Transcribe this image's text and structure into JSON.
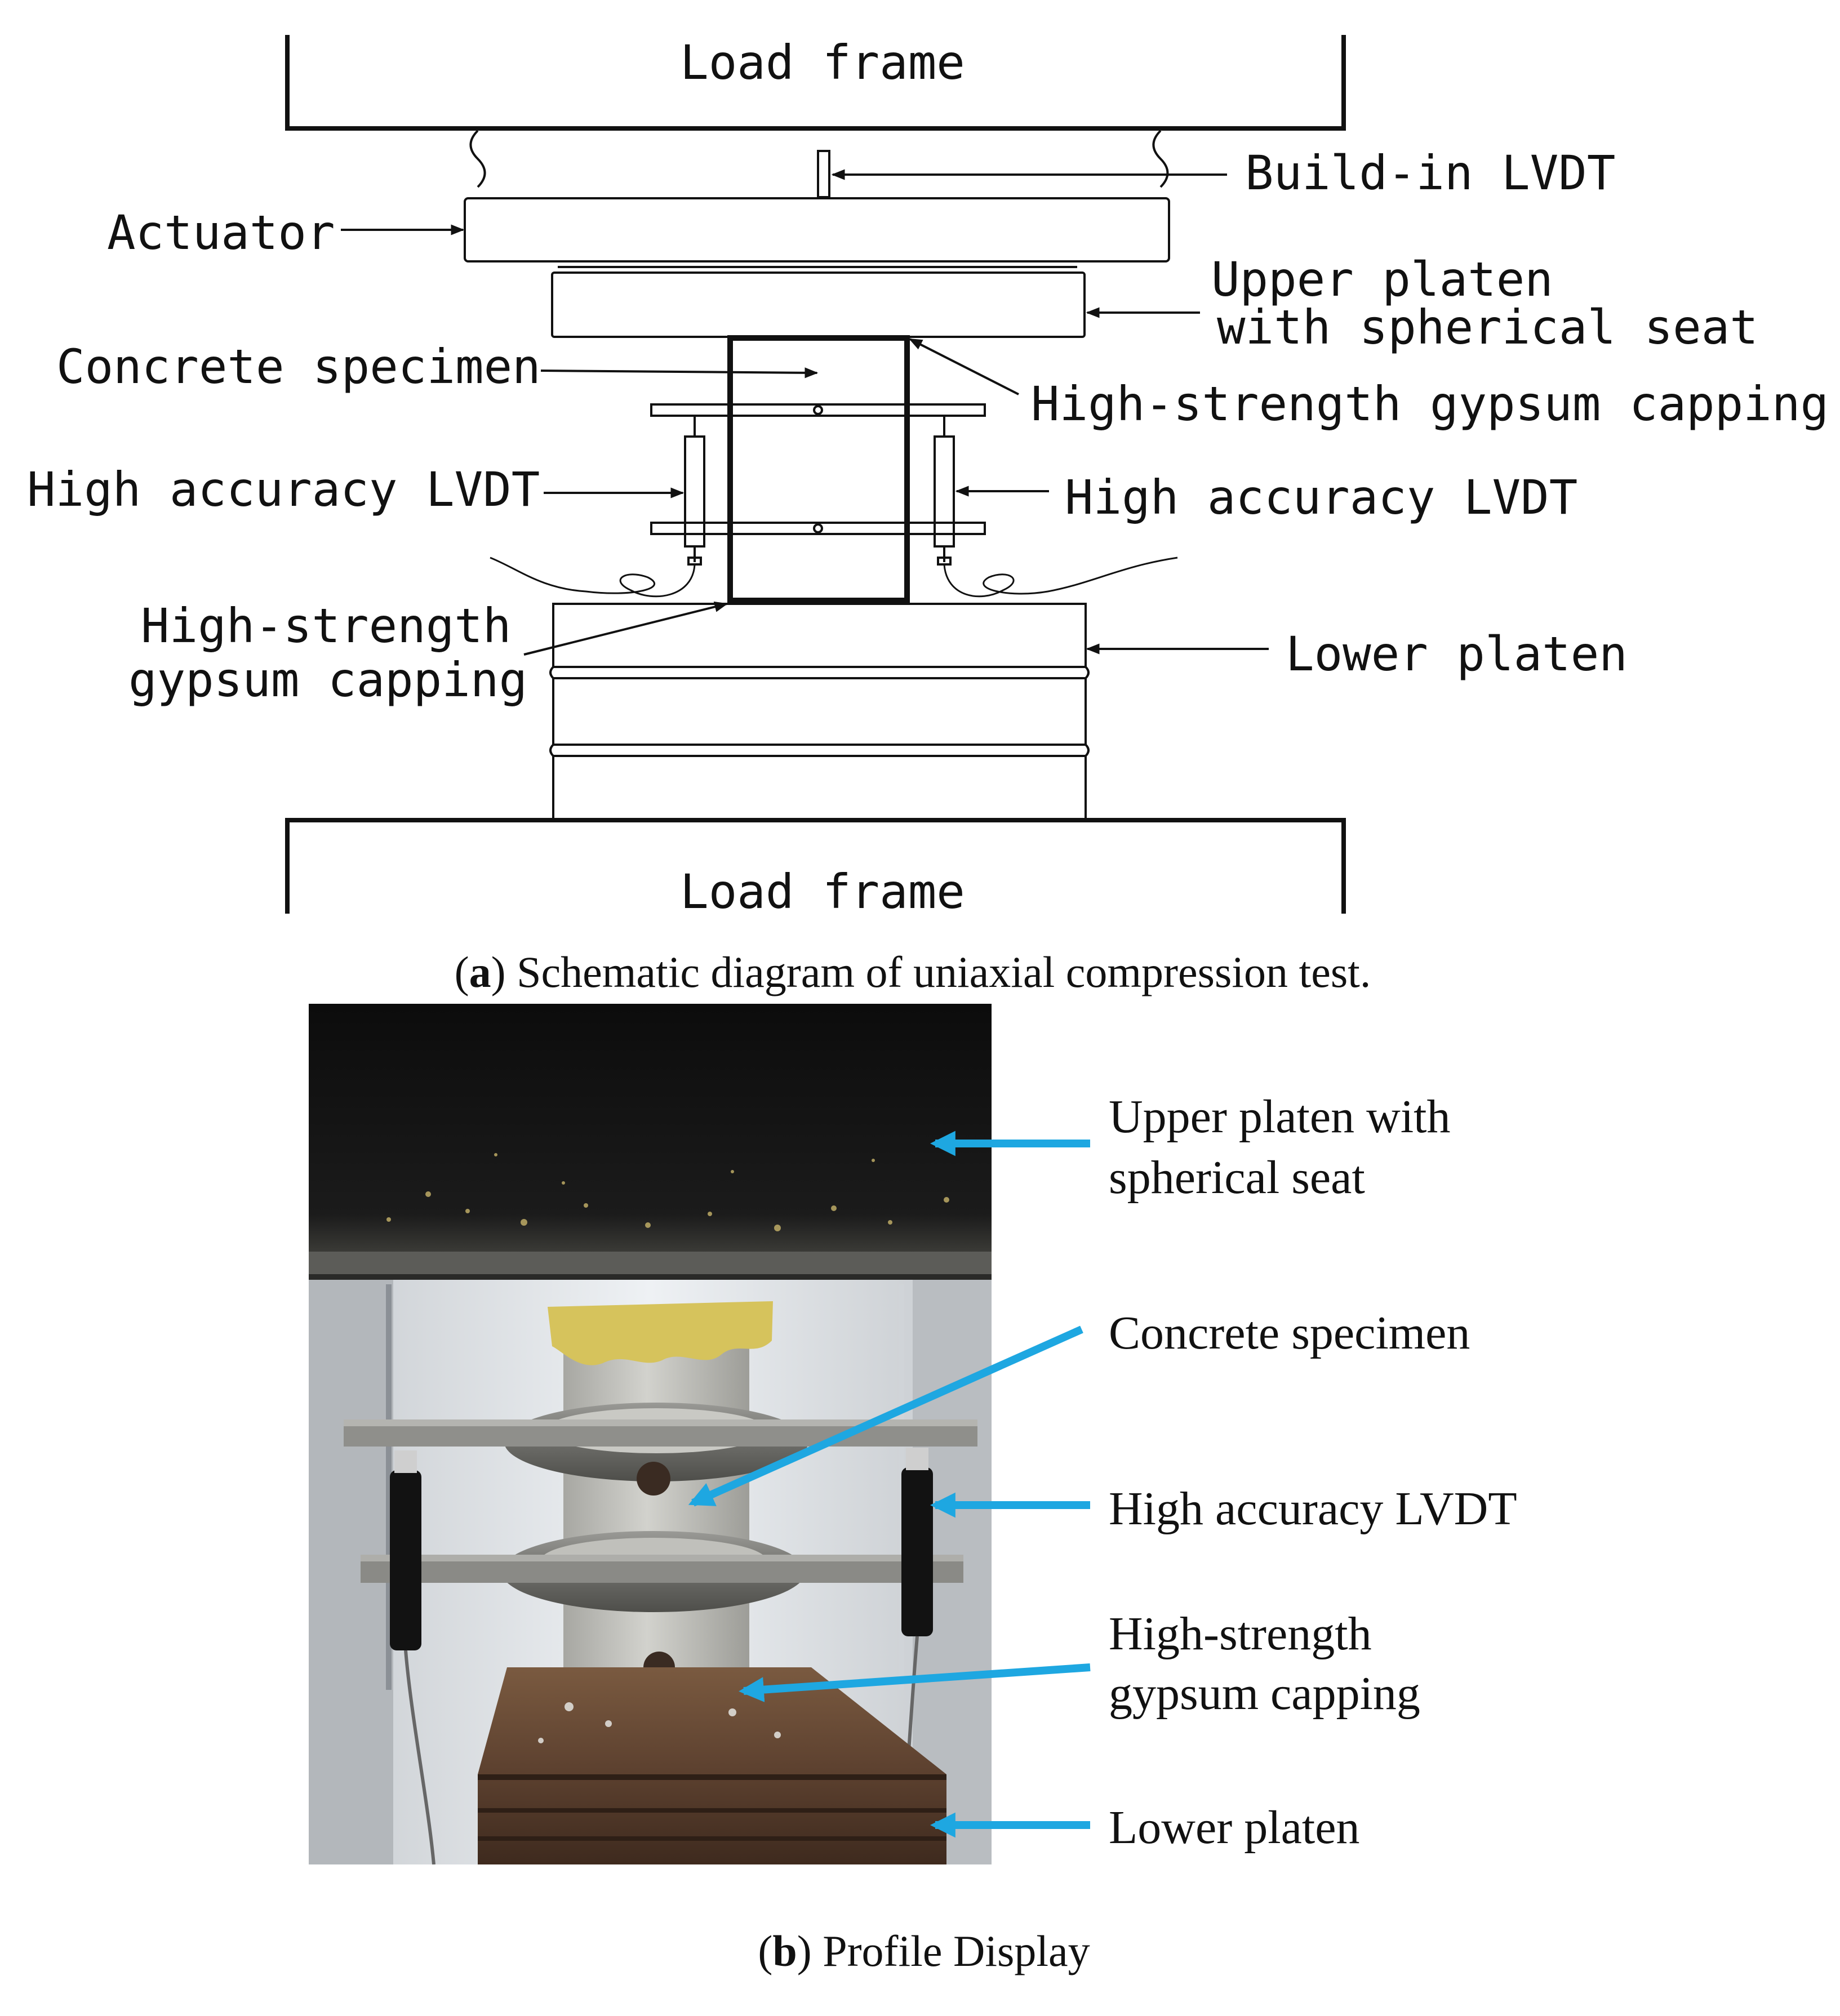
{
  "schematic": {
    "load_frame_top": "Load frame",
    "load_frame_bottom": "Load frame",
    "build_in_lvdt": "Build-in LVDT",
    "actuator": "Actuator",
    "upper_platen_line1": "Upper platen",
    "upper_platen_line2": "with spherical seat",
    "concrete_specimen": "Concrete specimen",
    "gypsum_capping_top": "High-strength gypsum capping",
    "lvdt_left": "High accuracy LVDT",
    "lvdt_right": "High accuracy LVDT",
    "gypsum_capping_bottom_line1": "High-strength",
    "gypsum_capping_bottom_line2": "gypsum capping",
    "lower_platen": "Lower platen"
  },
  "caption_a": {
    "letter": "a",
    "text": " Schematic diagram of uniaxial compression test."
  },
  "photo_labels": {
    "upper_platen_line1": "Upper platen with",
    "upper_platen_line2": "spherical seat",
    "concrete_specimen": "Concrete specimen",
    "lvdt": "High accuracy LVDT",
    "gypsum_line1": "High-strength",
    "gypsum_line2": "gypsum capping",
    "lower_platen": "Lower platen"
  },
  "caption_b": {
    "letter": "b",
    "text": " Profile Display"
  },
  "colors": {
    "line": "#111111",
    "arrow_blue": "#1ea7e1",
    "platen_black": "#141414",
    "capping_yellow": "#d9c25a",
    "concrete_grey": "#b9b9b4",
    "wood_brown": "#6b4a33"
  }
}
